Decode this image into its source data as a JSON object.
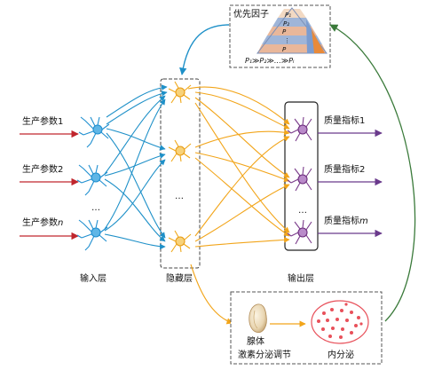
{
  "inputs": [
    {
      "prefix": "生产参数",
      "index": "1"
    },
    {
      "prefix": "生产参数",
      "index": "2"
    },
    {
      "prefix": "生产参数",
      "index": "n"
    }
  ],
  "outputs": [
    {
      "prefix": "质量指标",
      "index": "1"
    },
    {
      "prefix": "质量指标",
      "index": "2"
    },
    {
      "prefix": "质量指标",
      "index": "m"
    }
  ],
  "layers": {
    "input": "输入层",
    "hidden": "隐藏层",
    "output": "输出层"
  },
  "ellipsis": "…",
  "vertical_ellipsis": "⋮",
  "priority": {
    "title": "优先因子",
    "levels": [
      "P₁",
      "P₂",
      "P",
      "P"
    ],
    "formula": "P₁≫P₂≫…≫Pₗ"
  },
  "endocrine": {
    "gland": "腺体",
    "regulation": "激素分泌调节",
    "secretion": "内分泌"
  },
  "colors": {
    "input_neuron": "#1f8fd0",
    "hidden_neuron": "#f0a818",
    "output_neuron": "#7a3a8a",
    "input_arrow": "#c0262d",
    "output_arrow": "#6a3a8c",
    "input_to_hidden": "#1e90c8",
    "hidden_to_output": "#f2a51a",
    "feedback": "#3a7a3a",
    "secretion_dots": "#e8505a"
  }
}
